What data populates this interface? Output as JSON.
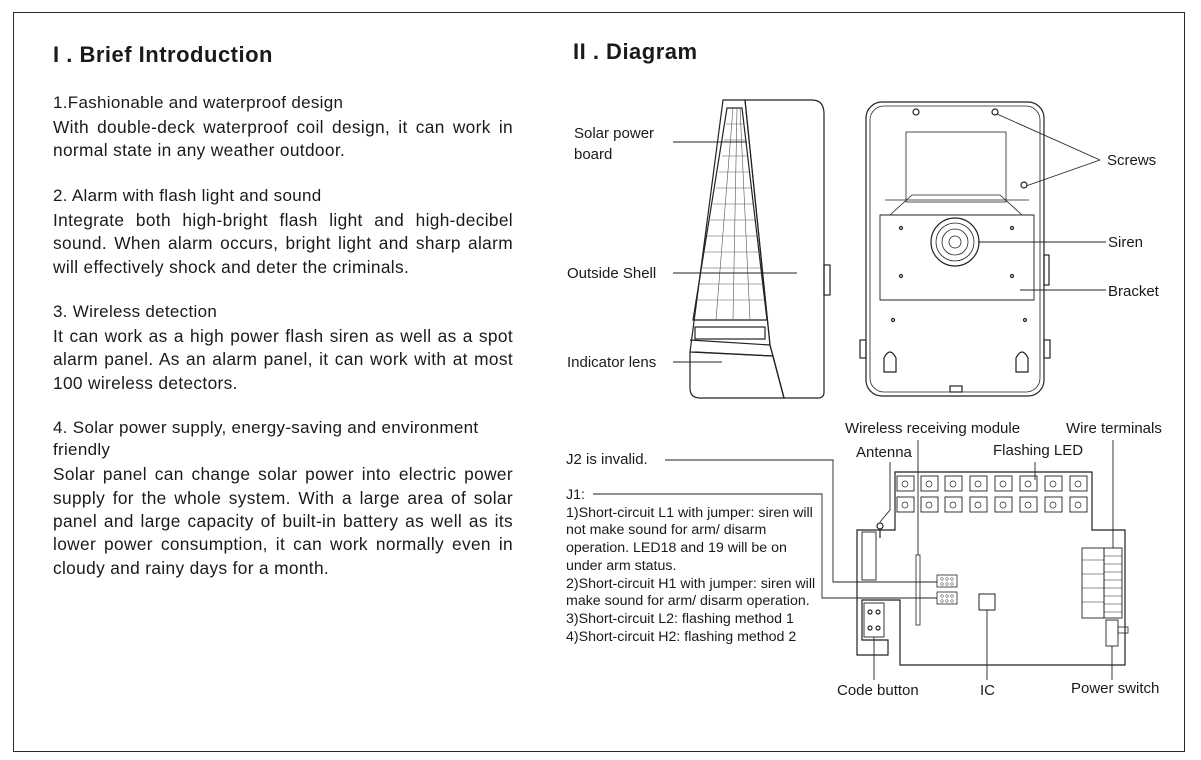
{
  "intro": {
    "title": "I . Brief Introduction",
    "items": [
      {
        "heading": "1.Fashionable and waterproof design",
        "body": "With double-deck waterproof coil design, it can work in normal state in any weather outdoor."
      },
      {
        "heading": "2. Alarm with flash light and sound",
        "body": "Integrate both high-bright flash light and high-decibel sound. When alarm occurs, bright light and sharp alarm will effectively shock and deter the criminals."
      },
      {
        "heading": "3. Wireless detection",
        "body": "It can work as a high power flash siren as well as a spot alarm panel. As an alarm panel, it can work with at most 100 wireless detectors."
      },
      {
        "heading": "4. Solar power supply, energy-saving and environment friendly",
        "body": "Solar panel can change solar power into electric power supply for the whole system. With a large area of solar panel and large capacity of built-in battery as well as its lower power consumption, it can work normally even in cloudy and rainy days for a month."
      }
    ]
  },
  "diagram": {
    "title": "II . Diagram",
    "labels": {
      "solar_power_line1": "Solar power",
      "solar_power_line2": "board",
      "outside_shell": "Outside Shell",
      "indicator_lens": "Indicator lens",
      "screws": "Screws",
      "siren": "Siren",
      "bracket": "Bracket",
      "wireless_module": "Wireless receiving module",
      "wire_terminals": "Wire terminals",
      "antenna": "Antenna",
      "flashing_led": "Flashing LED",
      "j2": "J2 is invalid.",
      "code_button": "Code button",
      "ic": "IC",
      "power_switch": "Power switch"
    },
    "j1": [
      "J1:",
      "1)Short-circuit L1 with jumper: siren will not make sound for arm/ disarm operation. LED18 and 19 will be on under arm status.",
      "2)Short-circuit H1 with jumper: siren will make sound for arm/ disarm operation.",
      "3)Short-circuit L2: flashing method 1",
      "4)Short-circuit H2: flashing method 2"
    ]
  }
}
